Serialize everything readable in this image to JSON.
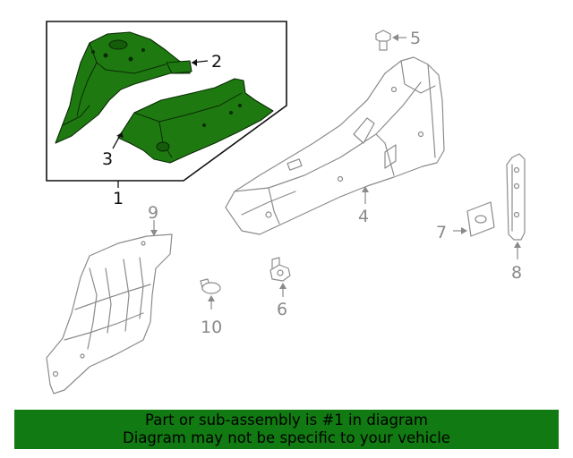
{
  "diagram": {
    "callouts": {
      "c1": "1",
      "c2": "2",
      "c3": "3",
      "c4": "4",
      "c5": "5",
      "c6": "6",
      "c7": "7",
      "c8": "8",
      "c9": "9",
      "c10": "10"
    },
    "highlight_color": "#1e7a10",
    "line_color": "#8c8c8c"
  },
  "banner": {
    "line1": "Part or sub-assembly is #1 in diagram",
    "line2": "Diagram may not be specific to your vehicle",
    "background": "#127a12"
  }
}
